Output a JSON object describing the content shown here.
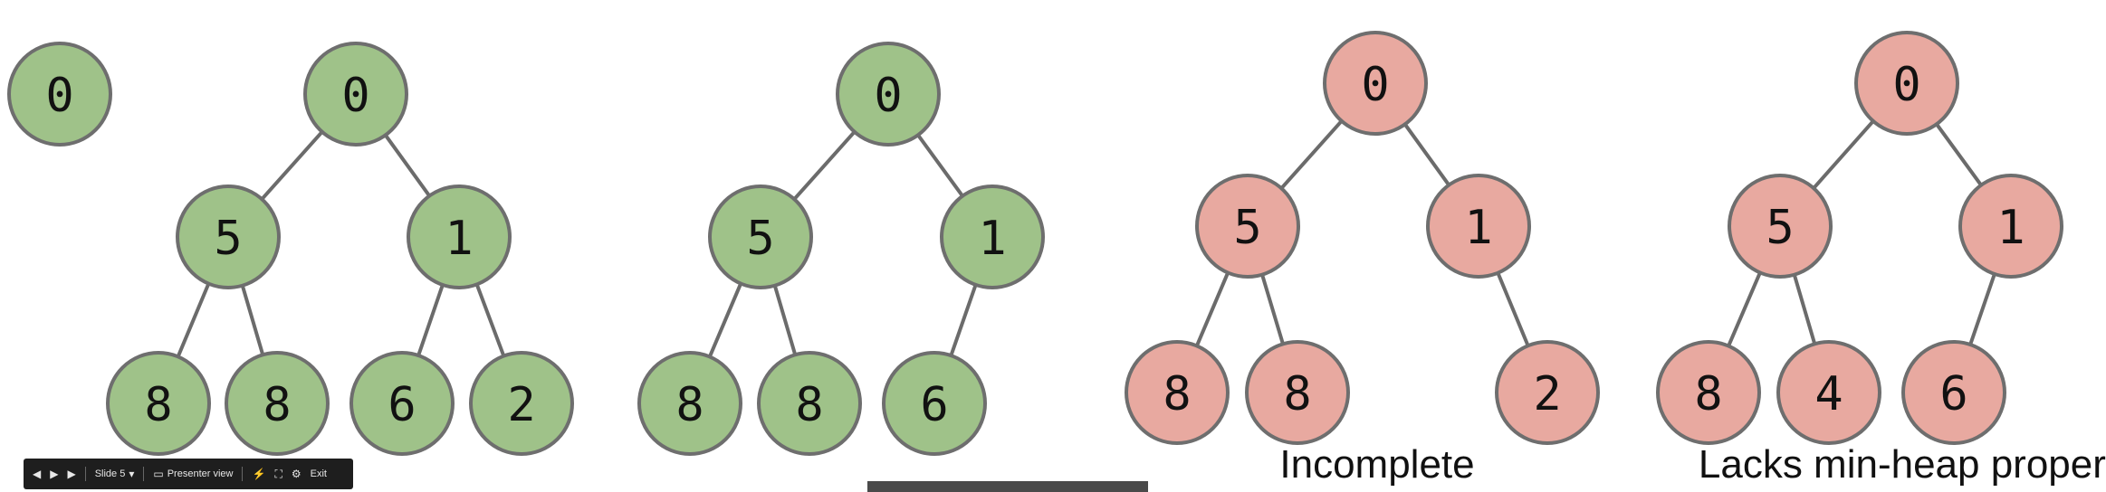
{
  "colors": {
    "valid_fill": "#9fc289",
    "invalid_fill": "#e8a9a0",
    "node_stroke": "#6e6e6e",
    "edge": "#6b6b6b"
  },
  "trees": [
    {
      "name": "single-node",
      "style": "valid",
      "nodes": [
        {
          "id": "a",
          "label": "0"
        }
      ],
      "edges": [],
      "caption": ""
    },
    {
      "name": "complete-tree-7",
      "style": "valid",
      "nodes": [
        {
          "id": "r",
          "label": "0"
        },
        {
          "id": "l",
          "label": "5"
        },
        {
          "id": "rr",
          "label": "1"
        },
        {
          "id": "ll",
          "label": "8"
        },
        {
          "id": "lr",
          "label": "8"
        },
        {
          "id": "rl",
          "label": "6"
        },
        {
          "id": "rrr",
          "label": "2"
        }
      ],
      "edges": [
        [
          "r",
          "l"
        ],
        [
          "r",
          "rr"
        ],
        [
          "l",
          "ll"
        ],
        [
          "l",
          "lr"
        ],
        [
          "rr",
          "rl"
        ],
        [
          "rr",
          "rrr"
        ]
      ],
      "caption": ""
    },
    {
      "name": "complete-tree-6",
      "style": "valid",
      "nodes": [
        {
          "id": "r",
          "label": "0"
        },
        {
          "id": "l",
          "label": "5"
        },
        {
          "id": "rr",
          "label": "1"
        },
        {
          "id": "ll",
          "label": "8"
        },
        {
          "id": "lr",
          "label": "8"
        },
        {
          "id": "rl",
          "label": "6"
        }
      ],
      "edges": [
        [
          "r",
          "l"
        ],
        [
          "r",
          "rr"
        ],
        [
          "l",
          "ll"
        ],
        [
          "l",
          "lr"
        ],
        [
          "rr",
          "rl"
        ]
      ],
      "caption": ""
    },
    {
      "name": "incomplete-tree",
      "style": "invalid",
      "nodes": [
        {
          "id": "r",
          "label": "0"
        },
        {
          "id": "l",
          "label": "5"
        },
        {
          "id": "rr",
          "label": "1"
        },
        {
          "id": "ll",
          "label": "8"
        },
        {
          "id": "lr",
          "label": "8"
        },
        {
          "id": "rrr",
          "label": "2"
        }
      ],
      "edges": [
        [
          "r",
          "l"
        ],
        [
          "r",
          "rr"
        ],
        [
          "l",
          "ll"
        ],
        [
          "l",
          "lr"
        ],
        [
          "rr",
          "rrr"
        ]
      ],
      "caption": "Incomplete"
    },
    {
      "name": "non-heap-tree",
      "style": "invalid",
      "nodes": [
        {
          "id": "r",
          "label": "0"
        },
        {
          "id": "l",
          "label": "5"
        },
        {
          "id": "rr",
          "label": "1"
        },
        {
          "id": "ll",
          "label": "8"
        },
        {
          "id": "lr",
          "label": "4"
        },
        {
          "id": "rl",
          "label": "6"
        }
      ],
      "edges": [
        [
          "r",
          "l"
        ],
        [
          "r",
          "rr"
        ],
        [
          "l",
          "ll"
        ],
        [
          "l",
          "lr"
        ],
        [
          "rr",
          "rl"
        ]
      ],
      "caption": "Lacks min-heap property"
    }
  ],
  "toolbar": {
    "slide_label": "Slide 5",
    "presenter_label": "Presenter view",
    "exit_label": "Exit"
  }
}
